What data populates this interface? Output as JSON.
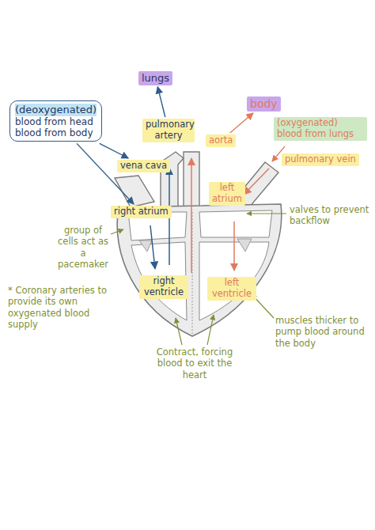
{
  "diagram": {
    "nodes": [
      {
        "text": [
          "lungs"
        ]
      },
      {
        "text": [
          "body"
        ]
      },
      {
        "text": [
          "(deoxygenated)",
          "blood from head",
          "blood from body"
        ]
      },
      {
        "text": [
          "pulmonary artery"
        ]
      },
      {
        "text": [
          "aorta"
        ]
      },
      {
        "text": [
          "(oxygenated) blood from lungs"
        ]
      },
      {
        "text": [
          "pulmonary vein"
        ]
      },
      {
        "text": [
          "vena cava"
        ]
      },
      {
        "text": [
          "right atrium"
        ]
      },
      {
        "text": [
          "left atrium"
        ]
      },
      {
        "text": [
          "right ventricle"
        ]
      },
      {
        "text": [
          "left ventricle"
        ]
      }
    ],
    "edges": [
      {
        "from": 3,
        "to": 0,
        "arrow": "to"
      },
      {
        "from": 4,
        "to": 1,
        "arrow": "to"
      },
      {
        "from": 2,
        "to": 7,
        "arrow": "to"
      },
      {
        "from": 2,
        "to": 8,
        "arrow": "to"
      }
    ],
    "labels": [
      "valves to prevent backflow",
      "group of cells act as a pacemaker",
      "* Coronary arteries to provide its own oxygenated blood supply",
      "muscles thicker to pump blood around the body",
      "Contract, forcing blood to exit the heart"
    ]
  }
}
